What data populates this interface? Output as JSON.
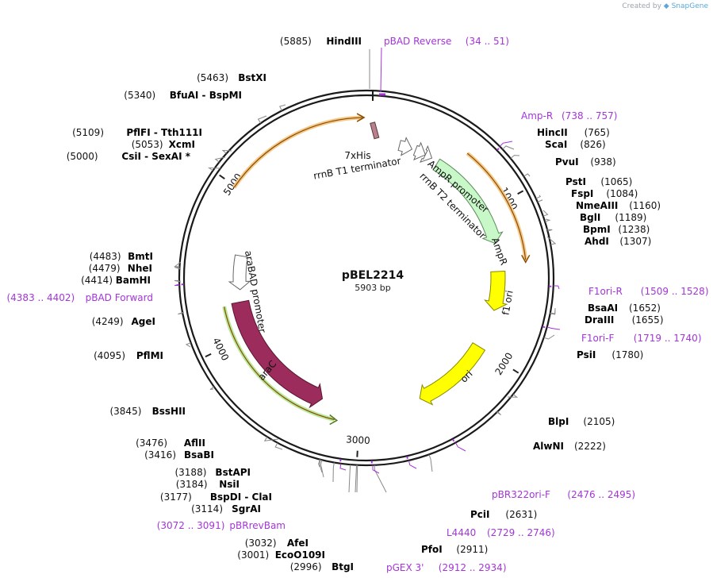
{
  "watermark": {
    "prefix": "Created by",
    "brand": "SnapGene"
  },
  "plasmid": {
    "name": "pBEL2214",
    "length_label": "5903 bp",
    "length": 5903
  },
  "ticks": [
    {
      "pos": 1000,
      "label": "1000"
    },
    {
      "pos": 2000,
      "label": "2000"
    },
    {
      "pos": 3000,
      "label": "3000"
    },
    {
      "pos": 4000,
      "label": "4000"
    },
    {
      "pos": 5000,
      "label": "5000"
    }
  ],
  "enzymes": [
    {
      "name": "HindIII",
      "pos": "(5885)"
    },
    {
      "name": "BstXI",
      "pos": "(5463)"
    },
    {
      "name": "BfuAI - BspMI",
      "pos": "(5340)"
    },
    {
      "name": "PflFI - Tth111I",
      "pos": "(5109)"
    },
    {
      "name": "XcmI",
      "pos": "(5053)"
    },
    {
      "name": "CsiI - SexAI *",
      "pos": "(5000)"
    },
    {
      "name": "BmtI",
      "pos": "(4483)"
    },
    {
      "name": "NheI",
      "pos": "(4479)"
    },
    {
      "name": "BamHI",
      "pos": "(4414)"
    },
    {
      "name": "AgeI",
      "pos": "(4249)"
    },
    {
      "name": "PflMI",
      "pos": "(4095)"
    },
    {
      "name": "BssHII",
      "pos": "(3845)"
    },
    {
      "name": "AflII",
      "pos": "(3476)"
    },
    {
      "name": "BsaBI",
      "pos": "(3416)"
    },
    {
      "name": "BstAPI",
      "pos": "(3188)"
    },
    {
      "name": "NsiI",
      "pos": "(3184)"
    },
    {
      "name": "BspDI - ClaI",
      "pos": "(3177)"
    },
    {
      "name": "SgrAI",
      "pos": "(3114)"
    },
    {
      "name": "AfeI",
      "pos": "(3032)"
    },
    {
      "name": "EcoO109I",
      "pos": "(3001)"
    },
    {
      "name": "BtgI",
      "pos": "(2996)"
    },
    {
      "name": "PfoI",
      "pos": "(2911)"
    },
    {
      "name": "PciI",
      "pos": "(2631)"
    },
    {
      "name": "AlwNI",
      "pos": "(2222)"
    },
    {
      "name": "BlpI",
      "pos": "(2105)"
    },
    {
      "name": "PsiI",
      "pos": "(1780)"
    },
    {
      "name": "DraIII",
      "pos": "(1655)"
    },
    {
      "name": "BsaAI",
      "pos": "(1652)"
    },
    {
      "name": "AhdI",
      "pos": "(1307)"
    },
    {
      "name": "BpmI",
      "pos": "(1238)"
    },
    {
      "name": "BglI",
      "pos": "(1189)"
    },
    {
      "name": "NmeAIII",
      "pos": "(1160)"
    },
    {
      "name": "FspI",
      "pos": "(1084)"
    },
    {
      "name": "PstI",
      "pos": "(1065)"
    },
    {
      "name": "PvuI",
      "pos": "(938)"
    },
    {
      "name": "ScaI",
      "pos": "(826)"
    },
    {
      "name": "HincII",
      "pos": "(765)"
    }
  ],
  "primers": [
    {
      "name": "pBAD Reverse",
      "range": "(34 .. 51)"
    },
    {
      "name": "Amp-R",
      "range": "(738 .. 757)"
    },
    {
      "name": "F1ori-R",
      "range": "(1509 .. 1528)"
    },
    {
      "name": "F1ori-F",
      "range": "(1719 .. 1740)"
    },
    {
      "name": "pBR322ori-F",
      "range": "(2476 .. 2495)"
    },
    {
      "name": "L4440",
      "range": "(2729 .. 2746)"
    },
    {
      "name": "pGEX 3'",
      "range": "(2912 .. 2934)"
    },
    {
      "name": "pBRrevBam",
      "range": "(3072 .. 3091)"
    },
    {
      "name": "pBAD Forward",
      "range": "(4383 .. 4402)"
    }
  ],
  "features": [
    {
      "name": "7xHis"
    },
    {
      "name": "rrnB T1 terminator"
    },
    {
      "name": "AmpR promoter"
    },
    {
      "name": "rrnB T2 terminator"
    },
    {
      "name": "AmpR"
    },
    {
      "name": "f1 ori"
    },
    {
      "name": "ori"
    },
    {
      "name": "araC"
    },
    {
      "name": "araBAD promoter"
    }
  ],
  "colors": {
    "backbone": "#1a1a1a",
    "primer": "#a335d9",
    "ampr": "#c8f7c8",
    "f1ori": "#ffff00",
    "ori": "#ffff00",
    "arac": "#9b2c5b",
    "orf_glow_orange": "#f5c98a",
    "orf_glow_green": "#b8e89a",
    "his": "#b9808d"
  }
}
